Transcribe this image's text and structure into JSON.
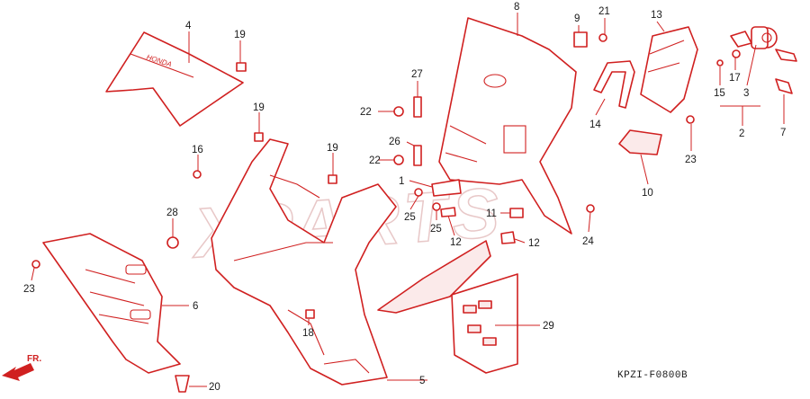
{
  "diagram_code": "KPZI-F0800B",
  "direction_label": "FR.",
  "watermark": "XPARTS",
  "brand_mark": "HONDA",
  "callouts": [
    {
      "id": "c4",
      "label": "4"
    },
    {
      "id": "c19a",
      "label": "19"
    },
    {
      "id": "c19b",
      "label": "19"
    },
    {
      "id": "c19c",
      "label": "19"
    },
    {
      "id": "c16",
      "label": "16"
    },
    {
      "id": "c28",
      "label": "28"
    },
    {
      "id": "c23a",
      "label": "23"
    },
    {
      "id": "c6",
      "label": "6"
    },
    {
      "id": "c20",
      "label": "20"
    },
    {
      "id": "c18",
      "label": "18"
    },
    {
      "id": "c5",
      "label": "5"
    },
    {
      "id": "c29",
      "label": "29"
    },
    {
      "id": "c27",
      "label": "27"
    },
    {
      "id": "c22a",
      "label": "22"
    },
    {
      "id": "c26",
      "label": "26"
    },
    {
      "id": "c22b",
      "label": "22"
    },
    {
      "id": "c1",
      "label": "1"
    },
    {
      "id": "c25a",
      "label": "25"
    },
    {
      "id": "c25b",
      "label": "25"
    },
    {
      "id": "c12a",
      "label": "12"
    },
    {
      "id": "c12b",
      "label": "12"
    },
    {
      "id": "c11",
      "label": "11"
    },
    {
      "id": "c8",
      "label": "8"
    },
    {
      "id": "c9",
      "label": "9"
    },
    {
      "id": "c21",
      "label": "21"
    },
    {
      "id": "c13",
      "label": "13"
    },
    {
      "id": "c14",
      "label": "14"
    },
    {
      "id": "c10",
      "label": "10"
    },
    {
      "id": "c23b",
      "label": "23"
    },
    {
      "id": "c24",
      "label": "24"
    },
    {
      "id": "c15",
      "label": "15"
    },
    {
      "id": "c17",
      "label": "17"
    },
    {
      "id": "c3",
      "label": "3"
    },
    {
      "id": "c2",
      "label": "2"
    },
    {
      "id": "c7",
      "label": "7"
    }
  ]
}
